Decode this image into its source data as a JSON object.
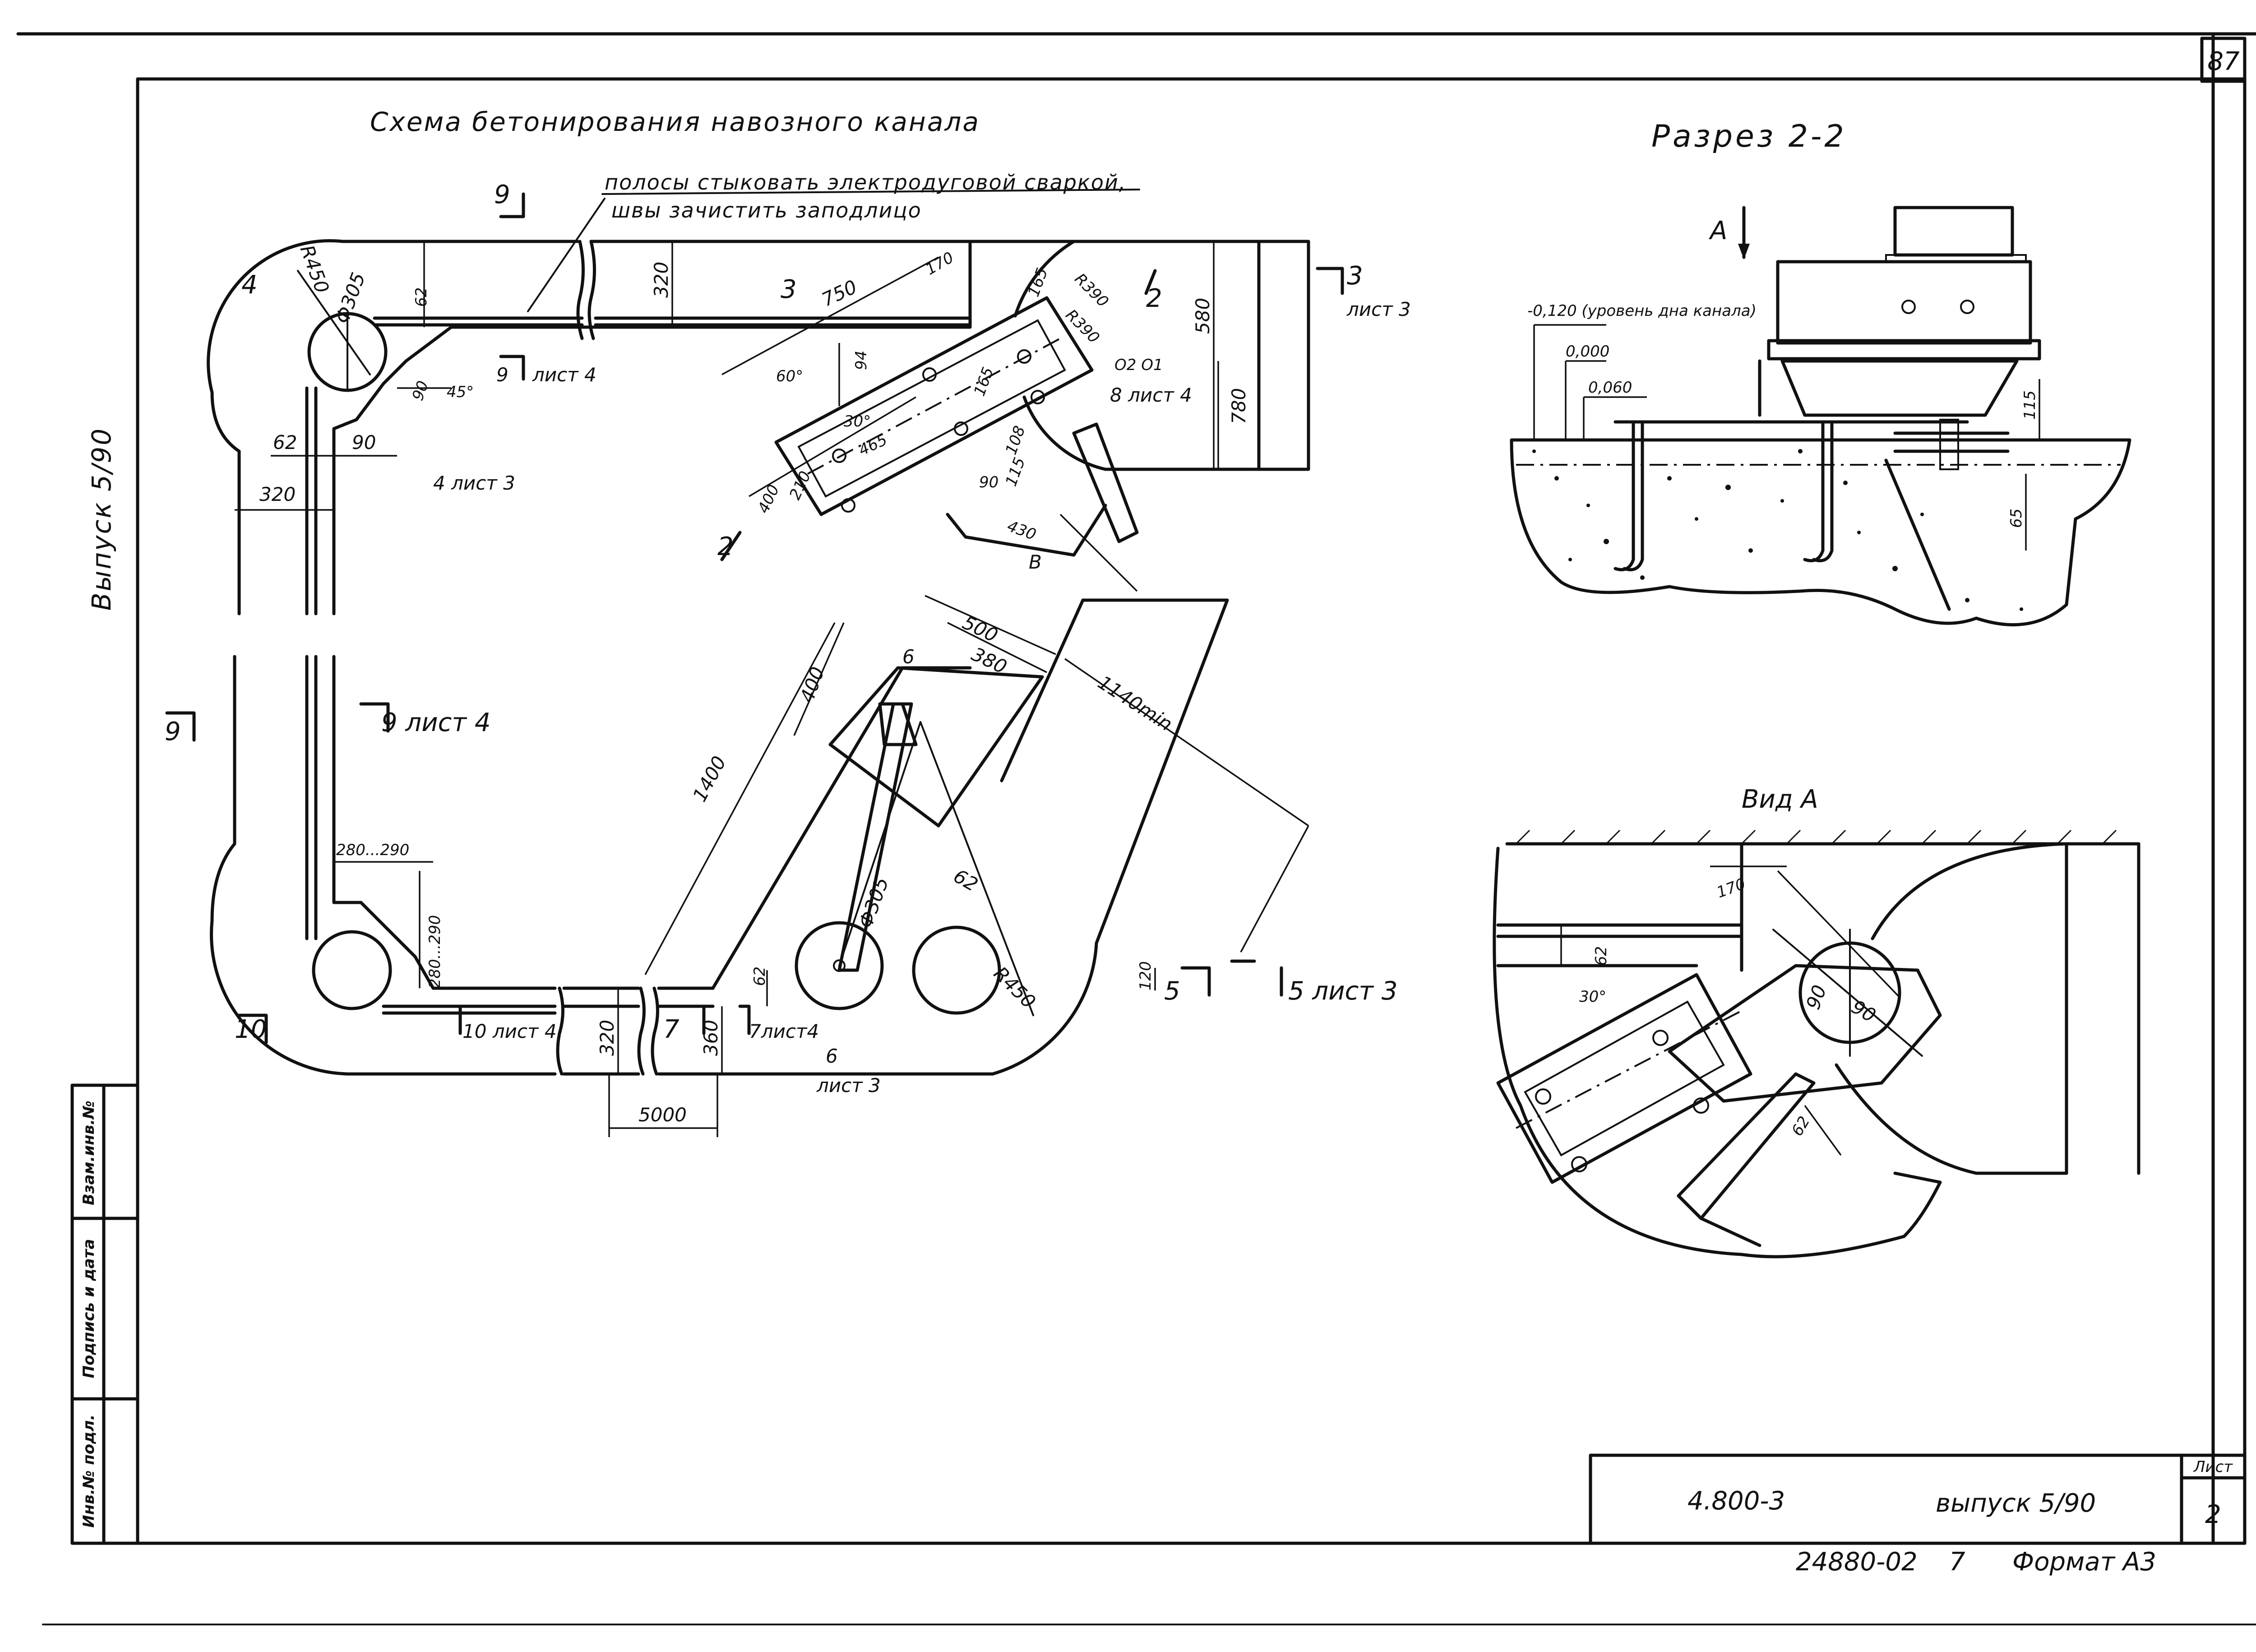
{
  "page_number": "87",
  "title": "Схема бетонирования навозного канала",
  "note_line1": "полосы стыковать электродуговой сваркой,",
  "note_line2": "швы зачистить заподлицо",
  "section_title": "Разрез 2-2",
  "view_title": "Вид А",
  "view_marker": "А",
  "level_text": "-0,120 (уровень дна канала)",
  "level_zero": "0,000",
  "level_060": "0,060",
  "left_margin": "Выпуск 5/90",
  "stamp_cells": [
    "Инв.№ подл.",
    "Подпись и дата",
    "Взам.инв.№"
  ],
  "title_block": {
    "code": "4.800-3",
    "issue": "выпуск 5/90",
    "sheet_label": "Лист",
    "sheet_number": "2"
  },
  "footer": {
    "order": "24880-02",
    "copy": "7",
    "format": "Формат А3"
  },
  "top_plan_labels": {
    "cut9": "9",
    "cut9_sheet": "9",
    "cut9_ref": "лист 4",
    "cut3_mark": "3",
    "cut3": "3",
    "cut3_ref": "лист 3",
    "cut4_mark": "4",
    "cut4": "4 лист 3",
    "cut8": "8 лист 4",
    "cut2_top": "2",
    "cut2": "2",
    "cut_b": "В",
    "d_r450": "R450",
    "d_phi305": "Ф305",
    "d_62a": "62",
    "d_320a": "320",
    "d_90a": "90",
    "d_45": "45°",
    "d_62b": "62",
    "d_90b": "90",
    "d_320b": "320",
    "d_750": "750",
    "d_170": "170",
    "d_r390a": "R390",
    "d_r390b": "R390",
    "d_580": "580",
    "d_780": "780",
    "d_o2o1": "O2 O1",
    "d_60": "60°",
    "d_30": "30°",
    "d_465": "465",
    "d_165": "165",
    "d_94": "94",
    "d_210": "210",
    "d_400": "400",
    "d_108": "108",
    "d_115": "115",
    "d_90c": "90",
    "d_430": "430",
    "d_165b": "165"
  },
  "bottom_plan_labels": {
    "cut9_left": "9",
    "cut9_right": "9 лист 4",
    "cut10_left": "10",
    "cut10_right": "10 лист 4",
    "cut7": "7",
    "cut7_ref": "7лист4",
    "cut6": "6",
    "cut6_ref": "лист 3",
    "cut5": "5",
    "cut5_ref": "5 лист 3",
    "d_280_290a": "280...290",
    "d_280_290b": "280...290",
    "d_320": "320",
    "d_360": "360",
    "d_5000": "5000",
    "d_62": "62",
    "d_120": "120",
    "d_1400": "1400",
    "d_400": "400",
    "d_500": "500",
    "d_380": "380",
    "d_6": "6",
    "d_1140": "1140min",
    "d_phi305": "Ф305",
    "d_62b": "62",
    "d_r450": "R450"
  },
  "section_labels": {
    "d_115": "115",
    "d_65": "65"
  },
  "view_labels": {
    "d_170": "170",
    "d_62a": "62",
    "d_30": "30°",
    "d_90a": "90",
    "d_90b": "90",
    "d_62b": "62"
  }
}
